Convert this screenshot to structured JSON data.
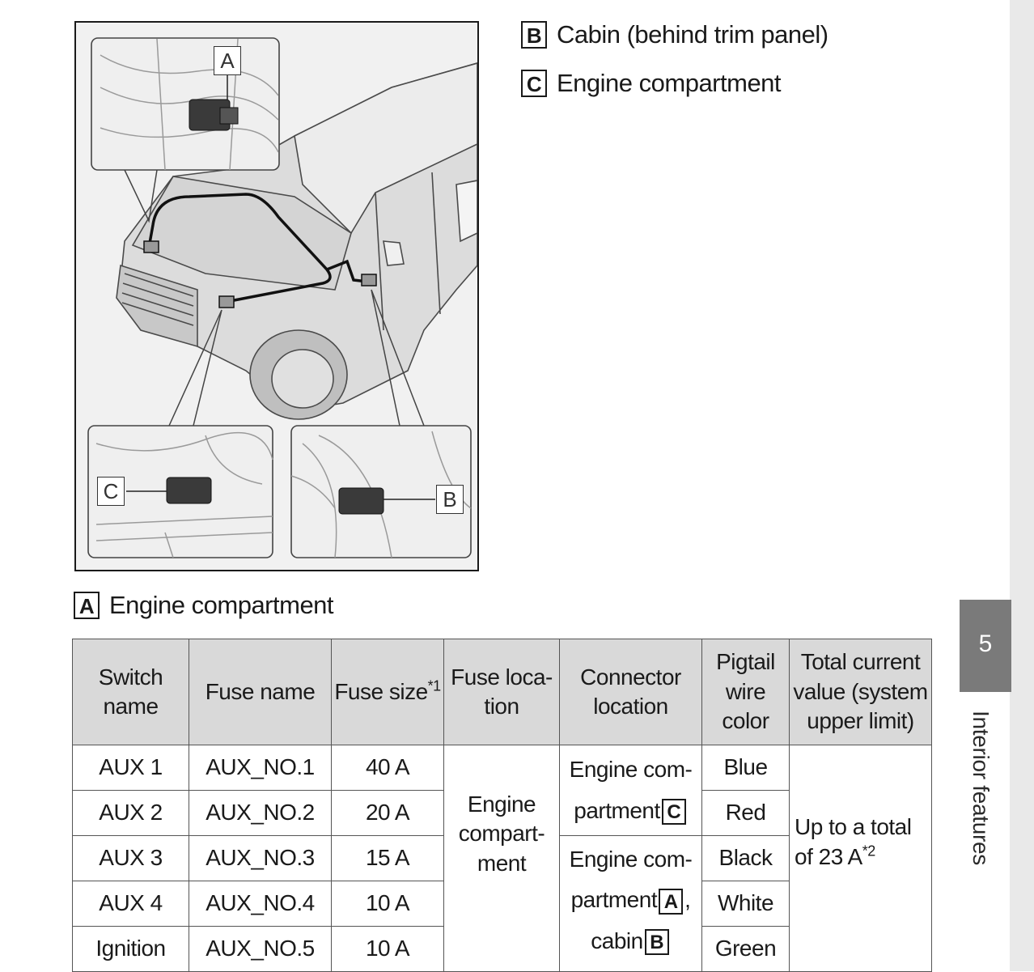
{
  "figure": {
    "label_a": "A",
    "label_b": "B",
    "label_c": "C"
  },
  "legend": [
    {
      "key": "B",
      "text": "Cabin (behind trim panel)"
    },
    {
      "key": "C",
      "text": "Engine compartment"
    },
    {
      "key": "A",
      "text": "Engine compartment"
    }
  ],
  "table": {
    "headers": {
      "switch_name": [
        "Switch",
        "name"
      ],
      "fuse_name": "Fuse name",
      "fuse_size": "Fuse size",
      "fuse_size_note": "*1",
      "fuse_location": [
        "Fuse loca-",
        "tion"
      ],
      "connector_location": [
        "Connector",
        "location"
      ],
      "wire_color": [
        "Pigtail",
        "wire",
        "color"
      ],
      "total_current": [
        "Total current",
        "value (system",
        "upper limit)"
      ]
    },
    "rows": [
      {
        "switch": "AUX 1",
        "fuse": "AUX_NO.1",
        "size": "40 A",
        "color": "Blue"
      },
      {
        "switch": "AUX 2",
        "fuse": "AUX_NO.2",
        "size": "20 A",
        "color": "Red"
      },
      {
        "switch": "AUX 3",
        "fuse": "AUX_NO.3",
        "size": "15 A",
        "color": "Black"
      },
      {
        "switch": "AUX 4",
        "fuse": "AUX_NO.4",
        "size": "10 A",
        "color": "White"
      },
      {
        "switch": "Ignition",
        "fuse": "AUX_NO.5",
        "size": "10 A",
        "color": "Green"
      }
    ],
    "fuse_location_merged": [
      "Engine",
      "compart-",
      "ment"
    ],
    "connector_1": {
      "line1": "Engine com-",
      "line2": "partment",
      "box": "C"
    },
    "connector_2": {
      "line1": "Engine com-",
      "line2": "partment",
      "box": "A",
      "sep": ",",
      "line3": "cabin",
      "box2": "B"
    },
    "total": {
      "line1": "Up to a total",
      "line2": "of 23 A",
      "note": "*2"
    }
  },
  "sidebar": {
    "chapter_number": "5",
    "section_title": "Interior features"
  }
}
